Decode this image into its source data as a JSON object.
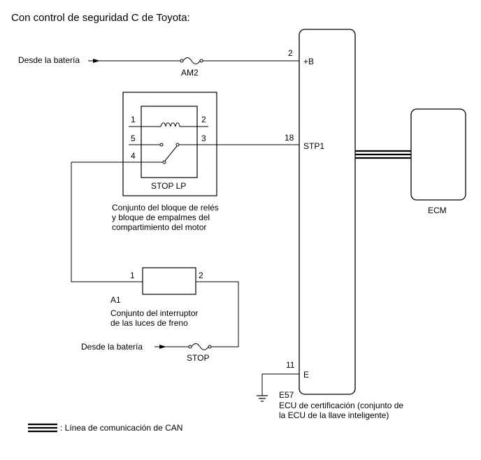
{
  "title": "Con control de seguridad C de Toyota:",
  "sources": {
    "battery_top": "Desde la batería",
    "battery_bottom": "Desde la batería"
  },
  "fuses": {
    "am2": "AM2",
    "stop": "STOP"
  },
  "relay": {
    "pins": [
      "1",
      "2",
      "5",
      "3",
      "4"
    ],
    "name": "STOP LP",
    "caption": [
      "Conjunto del bloque de relés",
      "y bloque de empalmes del",
      "compartimiento del motor"
    ]
  },
  "brake_switch": {
    "pin_left": "1",
    "pin_right": "2",
    "code": "A1",
    "caption": [
      "Conjunto del interruptor",
      "de las luces de freno"
    ]
  },
  "certification_ecu": {
    "pins": [
      {
        "number": "2",
        "label": "+B"
      },
      {
        "number": "18",
        "label": "STP1"
      },
      {
        "number": "11",
        "label": "E"
      }
    ],
    "code": "E57",
    "caption": [
      "ECU de certificación (conjunto de",
      "la ECU de la llave inteligente)"
    ]
  },
  "ecm": {
    "label": "ECM"
  },
  "legend": {
    "can_line": ": Línea de comunicación de CAN"
  }
}
